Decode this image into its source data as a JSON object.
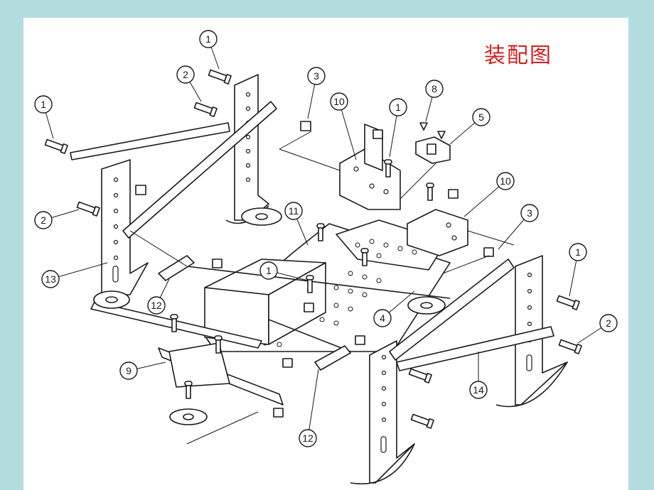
{
  "title": "装配图",
  "colors": {
    "background": "#b3dcdf",
    "sheet": "#ffffff",
    "title": "#d42020",
    "line": "#1a1a1a"
  },
  "callouts": [
    {
      "id": "c1a",
      "label": "1"
    },
    {
      "id": "c2a",
      "label": "2"
    },
    {
      "id": "c3a",
      "label": "3"
    },
    {
      "id": "c10a",
      "label": "10"
    },
    {
      "id": "c1b",
      "label": "1"
    },
    {
      "id": "c8",
      "label": "8"
    },
    {
      "id": "c5",
      "label": "5"
    },
    {
      "id": "c1c",
      "label": "1"
    },
    {
      "id": "c2b",
      "label": "2"
    },
    {
      "id": "c10b",
      "label": "10"
    },
    {
      "id": "c11",
      "label": "11"
    },
    {
      "id": "c3b",
      "label": "3"
    },
    {
      "id": "c1d",
      "label": "1"
    },
    {
      "id": "c13",
      "label": "13"
    },
    {
      "id": "c1e",
      "label": "1"
    },
    {
      "id": "c12a",
      "label": "12"
    },
    {
      "id": "c4",
      "label": "4"
    },
    {
      "id": "c2c",
      "label": "2"
    },
    {
      "id": "c9",
      "label": "9"
    },
    {
      "id": "c14",
      "label": "14"
    },
    {
      "id": "c12b",
      "label": "12"
    }
  ]
}
